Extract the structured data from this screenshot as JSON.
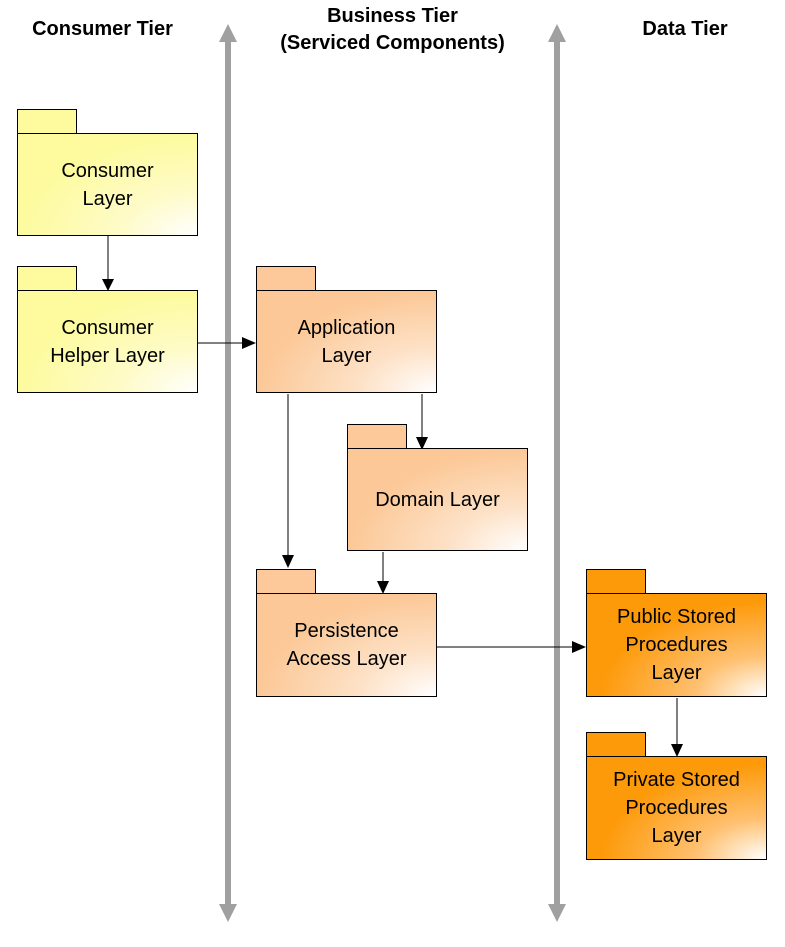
{
  "tiers": {
    "consumer": [
      "Consumer Tier"
    ],
    "business": [
      "Business Tier",
      "(Serviced Components)"
    ],
    "data": [
      "Data Tier"
    ]
  },
  "packages": {
    "consumer_layer": [
      "Consumer",
      "Layer"
    ],
    "consumer_helper_layer": [
      "Consumer",
      "Helper Layer"
    ],
    "application_layer": [
      "Application",
      "Layer"
    ],
    "domain_layer": [
      "Domain Layer"
    ],
    "persistence_access_layer": [
      "Persistence",
      "Access Layer"
    ],
    "public_stored_procedures_layer": [
      "Public Stored",
      "Procedures",
      "Layer"
    ],
    "private_stored_procedures_layer": [
      "Private Stored",
      "Procedures",
      "Layer"
    ]
  },
  "colors": {
    "consumer_fill": "#fdfb9e",
    "business_fill": "#fcc897",
    "data_fill": "#fd9a0a",
    "tier_divider": "#a0a0a0"
  }
}
